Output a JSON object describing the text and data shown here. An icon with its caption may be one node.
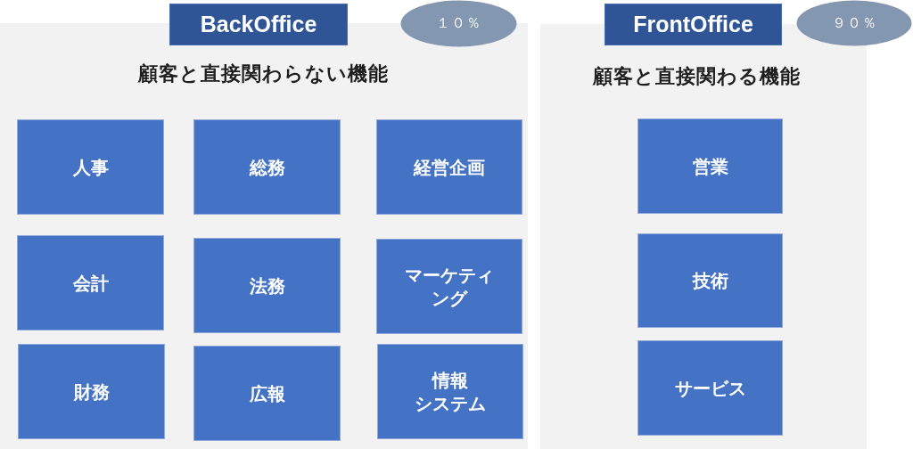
{
  "diagram": {
    "nodes": [
      {
        "text": [
          "BackOffice"
        ]
      },
      {
        "text": [
          "１０％"
        ]
      },
      {
        "text": [
          "顧客と直接関わらない機能"
        ]
      },
      {
        "text": [
          "人事"
        ],
        "in": 2
      },
      {
        "text": [
          "総務"
        ],
        "in": 2
      },
      {
        "text": [
          "経営企画"
        ],
        "in": 2
      },
      {
        "text": [
          "会計"
        ],
        "in": 2
      },
      {
        "text": [
          "法務"
        ],
        "in": 2
      },
      {
        "text": [
          "マーケティング"
        ],
        "in": 2
      },
      {
        "text": [
          "財務"
        ],
        "in": 2
      },
      {
        "text": [
          "広報"
        ],
        "in": 2
      },
      {
        "text": [
          "情報システム"
        ],
        "in": 2
      },
      {
        "text": [
          "FrontOffice"
        ]
      },
      {
        "text": [
          "９０％"
        ]
      },
      {
        "text": [
          "顧客と直接関わる機能"
        ]
      },
      {
        "text": [
          "営業"
        ],
        "in": 14
      },
      {
        "text": [
          "技術"
        ],
        "in": 14
      },
      {
        "text": [
          "サービス"
        ],
        "in": 14
      }
    ]
  }
}
